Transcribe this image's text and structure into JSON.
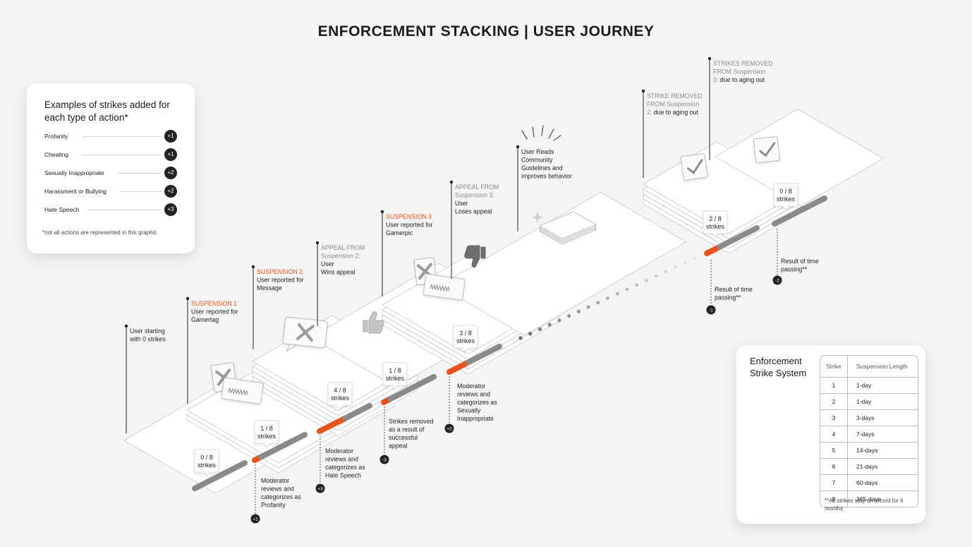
{
  "title": "ENFORCEMENT STACKING | USER JOURNEY",
  "legend": {
    "heading": "Examples of strikes added for each type of action*",
    "items": [
      {
        "label": "Profanity",
        "badge": "+1"
      },
      {
        "label": "Cheating",
        "badge": "+1"
      },
      {
        "label": "Sexually Inappropriate",
        "badge": "+2"
      },
      {
        "label": "Harassment or Bullying",
        "badge": "+2"
      },
      {
        "label": "Hate Speech",
        "badge": "+3"
      }
    ],
    "note": "*not all actions are represented in this graphic"
  },
  "strike_system": {
    "heading": "Enforcement Strike System",
    "columns": [
      "Strike",
      "Suspension Length"
    ],
    "rows": [
      [
        "1",
        "1-day"
      ],
      [
        "2",
        "1-day"
      ],
      [
        "3",
        "3-days"
      ],
      [
        "4",
        "7-days"
      ],
      [
        "5",
        "14-days"
      ],
      [
        "6",
        "21-days"
      ],
      [
        "7",
        "60-days"
      ],
      [
        "8",
        "365-days"
      ]
    ],
    "footnote": "**All strikes stay on record for 6 months"
  },
  "colors": {
    "accent": "#e8521c",
    "dark": "#1f1f1f",
    "grey": "#7a7a7a",
    "track": "#8a8a8a"
  },
  "icons": [
    "x-mark-icon",
    "squiggle-icon",
    "chat-bubble-icon",
    "thumbs-up-icon",
    "thumbs-down-icon",
    "book-icon",
    "sparkle-icon",
    "checkmark-icon"
  ],
  "callouts": [
    {
      "lines": [
        [
          "",
          "User starting"
        ],
        [
          "",
          "with 0 strikes"
        ]
      ]
    },
    {
      "lines": [
        [
          "accent",
          "SUSPENSION 1"
        ],
        [
          "",
          "User reported for"
        ],
        [
          "",
          "Gamertag"
        ]
      ]
    },
    {
      "lines": [
        [
          "accent",
          "SUSPENSION 2"
        ],
        [
          "",
          "User reported for"
        ],
        [
          "",
          "Message"
        ]
      ]
    },
    {
      "lines": [
        [
          "grey",
          "APPEAL FROM"
        ],
        [
          "grey",
          "Suspension 2:"
        ],
        [
          "",
          "User"
        ],
        [
          "",
          "Wins appeal"
        ]
      ]
    },
    {
      "lines": [
        [
          "accent",
          "SUSPENSION 3"
        ],
        [
          "",
          "User reported for"
        ],
        [
          "",
          "Gamerpic"
        ]
      ]
    },
    {
      "lines": [
        [
          "grey",
          "APPEAL FROM"
        ],
        [
          "grey",
          "Suspension 3:"
        ],
        [
          "",
          "User"
        ],
        [
          "",
          "Loses appeal"
        ]
      ]
    },
    {
      "lines": [
        [
          "",
          "User Reads"
        ],
        [
          "",
          "Community"
        ],
        [
          "",
          "Guidelines and"
        ],
        [
          "",
          "improves behavior"
        ]
      ]
    },
    {
      "lines": [
        [
          "grey",
          "STRIKE REMOVED"
        ],
        [
          "grey",
          "FROM Suspension"
        ],
        [
          "grey2",
          "2: due to aging out"
        ]
      ]
    },
    {
      "lines": [
        [
          "grey",
          "STRIKES REMOVED"
        ],
        [
          "grey",
          "FROM Suspension"
        ],
        [
          "grey2",
          "3: due to aging out"
        ]
      ]
    }
  ],
  "bubbles": [
    {
      "line1": "0 / 8",
      "line2": "strikes"
    },
    {
      "line1": "1 / 8",
      "line2": "strikes"
    },
    {
      "line1": "4 / 8",
      "line2": "strikes"
    },
    {
      "line1": "1 / 8",
      "line2": "strikes"
    },
    {
      "line1": "3 / 8",
      "line2": "strikes"
    },
    {
      "line1": "2 / 8",
      "line2": "strikes"
    },
    {
      "line1": "0 / 8",
      "line2": "strikes"
    }
  ],
  "strike_counts": [
    0,
    1,
    4,
    1,
    3,
    2,
    0
  ],
  "bottom_notes": [
    {
      "lines": [
        "Moderator",
        "reviews and",
        "categorizes as",
        "Profanity"
      ],
      "badge": "+1"
    },
    {
      "lines": [
        "Moderator",
        "reviews and",
        "categorizes as",
        "Hate Speech"
      ],
      "badge": "+3"
    },
    {
      "lines": [
        "Strikes removed",
        "as a result of",
        "successful",
        "appeal"
      ],
      "badge": "-3"
    },
    {
      "lines": [
        "Moderator",
        "reviews and",
        "categorizes as",
        "Sexually",
        "Inappropriate"
      ],
      "badge": "+2"
    },
    {
      "lines": [
        "Result of time",
        "passing**"
      ],
      "badge": "-1"
    },
    {
      "lines": [
        "Result of time",
        "passing**"
      ],
      "badge": "-2"
    }
  ]
}
